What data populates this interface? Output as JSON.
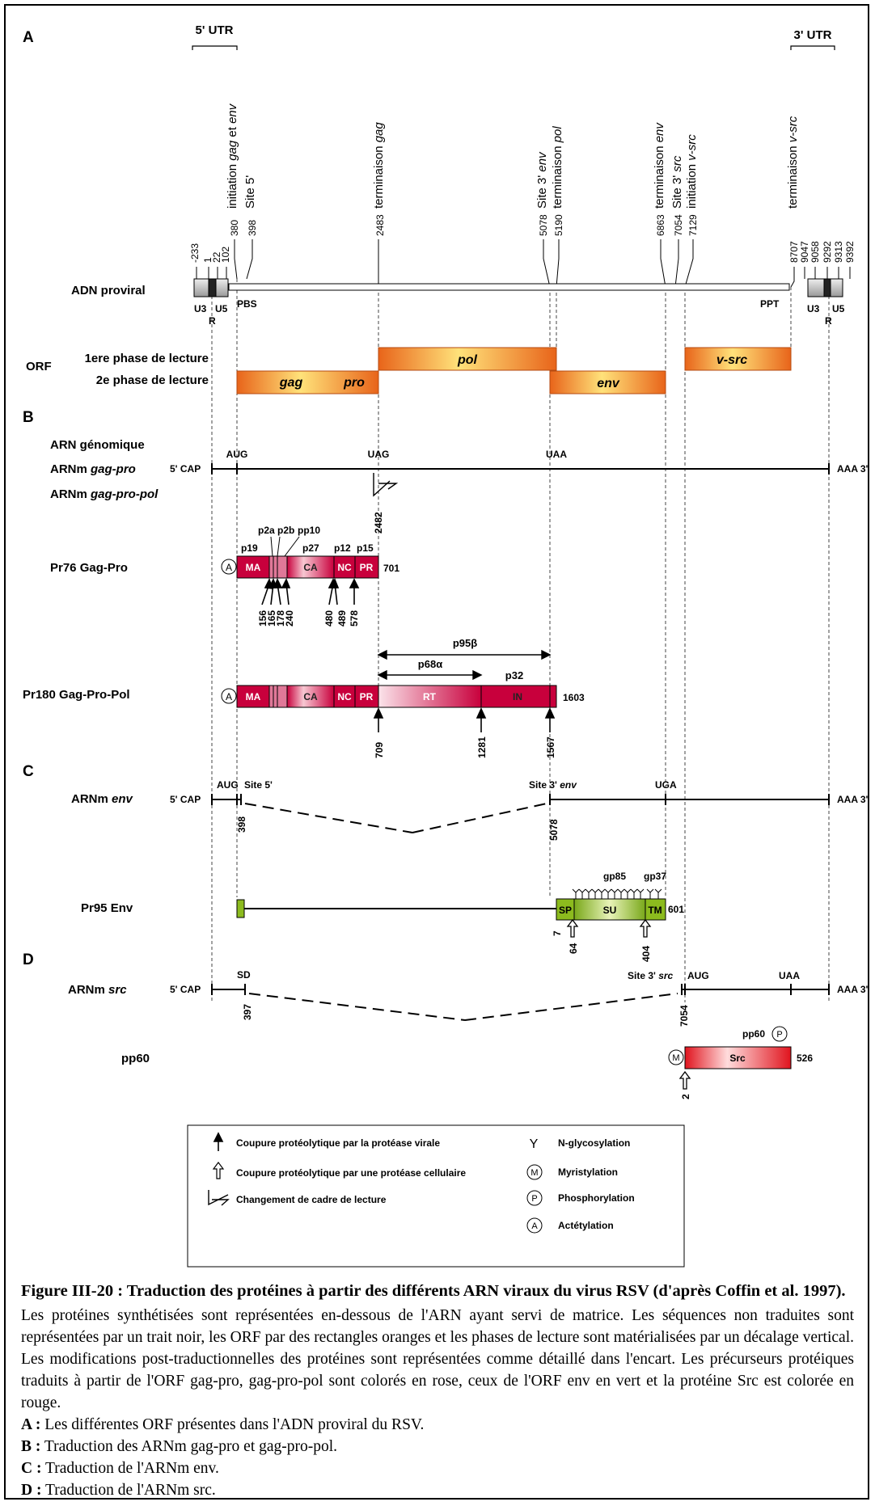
{
  "panels": {
    "a": "A",
    "b": "B",
    "c": "C",
    "d": "D"
  },
  "utr": {
    "five": "5' UTR",
    "three": "3' UTR"
  },
  "positions_top": [
    "-233",
    "1",
    "22",
    "102",
    "380",
    "398",
    "2483",
    "5078",
    "5190",
    "6863",
    "7054",
    "7129",
    "8707",
    "9047",
    "9058",
    "9292",
    "9313",
    "9392"
  ],
  "site_labels": {
    "s380": [
      "initiation ",
      "gag",
      " et ",
      "env"
    ],
    "s398": [
      "Site 5'"
    ],
    "s2483": [
      "terminaison ",
      "gag"
    ],
    "s5078": [
      "Site 3' ",
      "env"
    ],
    "s5190": [
      "terminaison ",
      "pol"
    ],
    "s6863": [
      "terminaison ",
      "env"
    ],
    "s7054": [
      "Site 3' ",
      "src"
    ],
    "s7129": [
      "initiation ",
      "v-src"
    ],
    "s8707": [
      "terminaison ",
      "v-src"
    ]
  },
  "provirus": {
    "label": "ADN proviral",
    "u3": "U3",
    "u5": "U5",
    "r": "R",
    "pbs": "PBS",
    "ppt": "PPT"
  },
  "orf": {
    "label": "ORF",
    "phase1": "1ere phase de lecture",
    "phase2": "2e phase de lecture",
    "gag": "gag",
    "pro": "pro",
    "pol": "pol",
    "env": "env",
    "vsrc": "v-src"
  },
  "b": {
    "arn_genomique": "ARN génomique",
    "arnm_gagpro": [
      "ARNm ",
      "gag-pro"
    ],
    "arnm_gagpropol": [
      "ARNm ",
      "gag-pro-pol"
    ],
    "cap": "5' CAP",
    "aaa": "AAA 3'",
    "aug": "AUG",
    "uag": "UAG",
    "uaa": "UAA",
    "shift_pos": "2482",
    "pr76": {
      "label": "Pr76 Gag-Pro",
      "domains": [
        "MA",
        "CA",
        "NC",
        "PR"
      ],
      "top_labels": [
        "p19",
        "p2a",
        "p2b",
        "pp10",
        "p27",
        "p12",
        "p15"
      ],
      "end": "701",
      "cleavages": [
        "156",
        "165",
        "178",
        "240",
        "480",
        "489",
        "578"
      ]
    },
    "p95b": "p95β",
    "p68a": "p68α",
    "p32": "p32",
    "pr180": {
      "label": "Pr180 Gag-Pro-Pol",
      "domains": [
        "MA",
        "CA",
        "NC",
        "PR",
        "RT",
        "IN"
      ],
      "end": "1603",
      "cleavages": [
        "709",
        "1281",
        "1567"
      ]
    }
  },
  "c": {
    "arnm": [
      "ARNm ",
      "env"
    ],
    "cap": "5' CAP",
    "aaa": "AAA 3'",
    "aug": "AUG",
    "site5": "Site 5'",
    "site3": [
      "Site 3' ",
      "env"
    ],
    "uga": "UGA",
    "pos398": "398",
    "pos5078": "5078",
    "pr95": {
      "label": "Pr95 Env",
      "sp": "SP",
      "su": "SU",
      "tm": "TM",
      "gp85": "gp85",
      "gp37": "gp37",
      "end": "601",
      "start": "7",
      "cleavages": [
        "64",
        "404"
      ]
    }
  },
  "d": {
    "arnm": [
      "ARNm ",
      "src"
    ],
    "cap": "5' CAP",
    "aaa": "AAA 3'",
    "sd": "SD",
    "site3": [
      "Site 3' ",
      "src"
    ],
    "aug": "AUG",
    "uaa": "UAA",
    "pos397": "397",
    "pos7054": "7054",
    "pp60": {
      "label": "pp60",
      "top": "pp60",
      "src": "Src",
      "end": "526",
      "start": "2",
      "m": "M",
      "p": "P"
    }
  },
  "legend": {
    "viral": "Coupure protéolytique par la protéase virale",
    "cellular": "Coupure protéolytique par une protéase cellulaire",
    "frameshift": "Changement de cadre de lecture",
    "nglyco": "N-glycosylation",
    "myr": "Myristylation",
    "phos": "Phosphorylation",
    "acet": "Actétylation",
    "y": "Y",
    "m": "M",
    "p": "P",
    "a": "A"
  },
  "caption": {
    "title": "Figure III-20 : Traduction des protéines à partir des différents ARN viraux du virus RSV (d'après Coffin et al. 1997).",
    "body": "Les protéines synthétisées sont représentées en-dessous de l'ARN ayant servi de matrice. Les séquences non traduites sont représentées par un trait noir, les ORF par des rectangles oranges et les phases de lecture sont matérialisées par un décalage vertical. Les modifications post-traductionnelles des protéines sont représentées comme détaillé dans l'encart. Les précurseurs protéiques traduits à partir de l'ORF gag-pro, gag-pro-pol sont colorés en rose, ceux de l'ORF env en vert et la protéine Src est colorée en rouge.",
    "items": [
      {
        "key": "A :",
        "text": "Les différentes ORF présentes dans l'ADN proviral du RSV."
      },
      {
        "key": "B :",
        "text": "Traduction des ARNm gag-pro et gag-pro-pol."
      },
      {
        "key": "C :",
        "text": "Traduction de l'ARNm env."
      },
      {
        "key": "D :",
        "text": "Traduction de l'ARNm src."
      }
    ]
  },
  "colors": {
    "pink": "#c8003c",
    "green": "#8cbb1e",
    "red": "#e0141e",
    "orange": "#f07a1a",
    "orange_light": "#ffe27a"
  }
}
